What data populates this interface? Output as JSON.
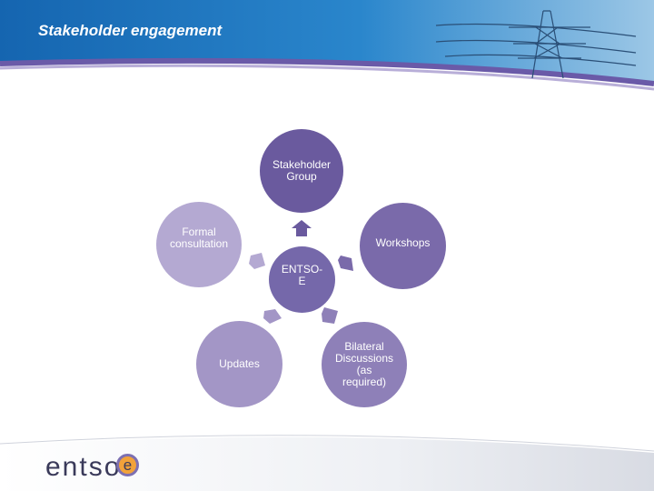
{
  "header": {
    "title": "Stakeholder engagement"
  },
  "diagram": {
    "center": {
      "label": "ENTSO-\nE"
    },
    "nodes": {
      "stakeholder_group": "Stakeholder\nGroup",
      "workshops": "Workshops",
      "bilateral": "Bilateral\nDiscussions\n(as\nrequired)",
      "updates": "Updates",
      "formal": "Formal\nconsultation"
    }
  },
  "footer": {
    "logo_text": "entso",
    "logo_letter": "e"
  },
  "colors": {
    "stakeholder_group": "#6a5a9e",
    "workshops": "#7a6aaa",
    "bilateral": "#8e80b8",
    "updates": "#a396c6",
    "formal": "#b4a9d2",
    "center": "#7568aa",
    "header_blue": "#1c6fb5"
  }
}
